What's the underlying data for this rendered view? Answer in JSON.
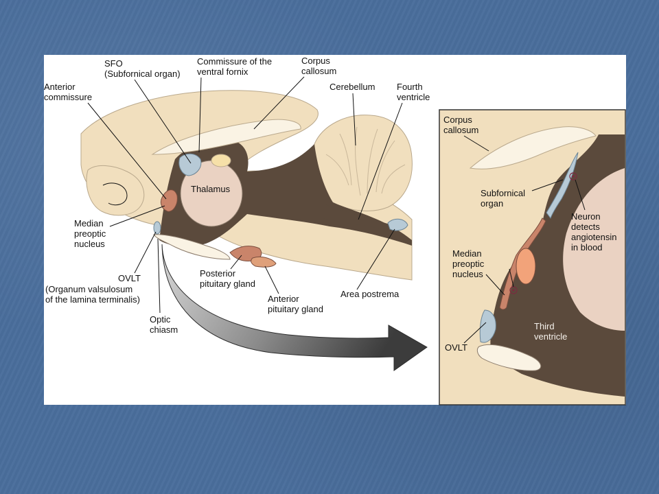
{
  "main_figure": {
    "labels": {
      "sfo": [
        "SFO",
        "(Subfornical organ)"
      ],
      "commissure_ventral_fornix": [
        "Commissure of the",
        "ventral fornix"
      ],
      "corpus_callosum": [
        "Corpus",
        "callosum"
      ],
      "anterior_commissure": [
        "Anterior",
        "commissure"
      ],
      "cerebellum": [
        "Cerebellum"
      ],
      "fourth_ventricle": [
        "Fourth",
        "ventricle"
      ],
      "thalamus": [
        "Thalamus"
      ],
      "median_preoptic_nucleus": [
        "Median",
        "preoptic",
        "nucleus"
      ],
      "ovlt": [
        "OVLT",
        "(Organum valsulosum",
        "of the lamina terminalis)"
      ],
      "posterior_pituitary": [
        "Posterior",
        "pituitary gland"
      ],
      "anterior_pituitary": [
        "Anterior",
        "pituitary gland"
      ],
      "area_postrema": [
        "Area postrema"
      ],
      "optic_chiasm": [
        "Optic",
        "chiasm"
      ]
    }
  },
  "inset": {
    "labels": {
      "corpus_callosum": [
        "Corpus",
        "callosum"
      ],
      "subfornical_organ": [
        "Subfornical",
        "organ"
      ],
      "neuron": [
        "Neuron",
        "detects",
        "angiotensin",
        "in blood"
      ],
      "median_preoptic_nucleus": [
        "Median",
        "preoptic",
        "nucleus"
      ],
      "third_ventricle": [
        "Third",
        "ventricle"
      ],
      "ovlt": [
        "OVLT"
      ]
    }
  },
  "colors": {
    "tissue": "#f1dfbe",
    "ventricle": "#5b4a3c",
    "thalamus": "#ead2c2",
    "sfo_blue": "#b7cad6",
    "nucleus": "#c9846a",
    "slide_bg": "#4a6e9c"
  }
}
